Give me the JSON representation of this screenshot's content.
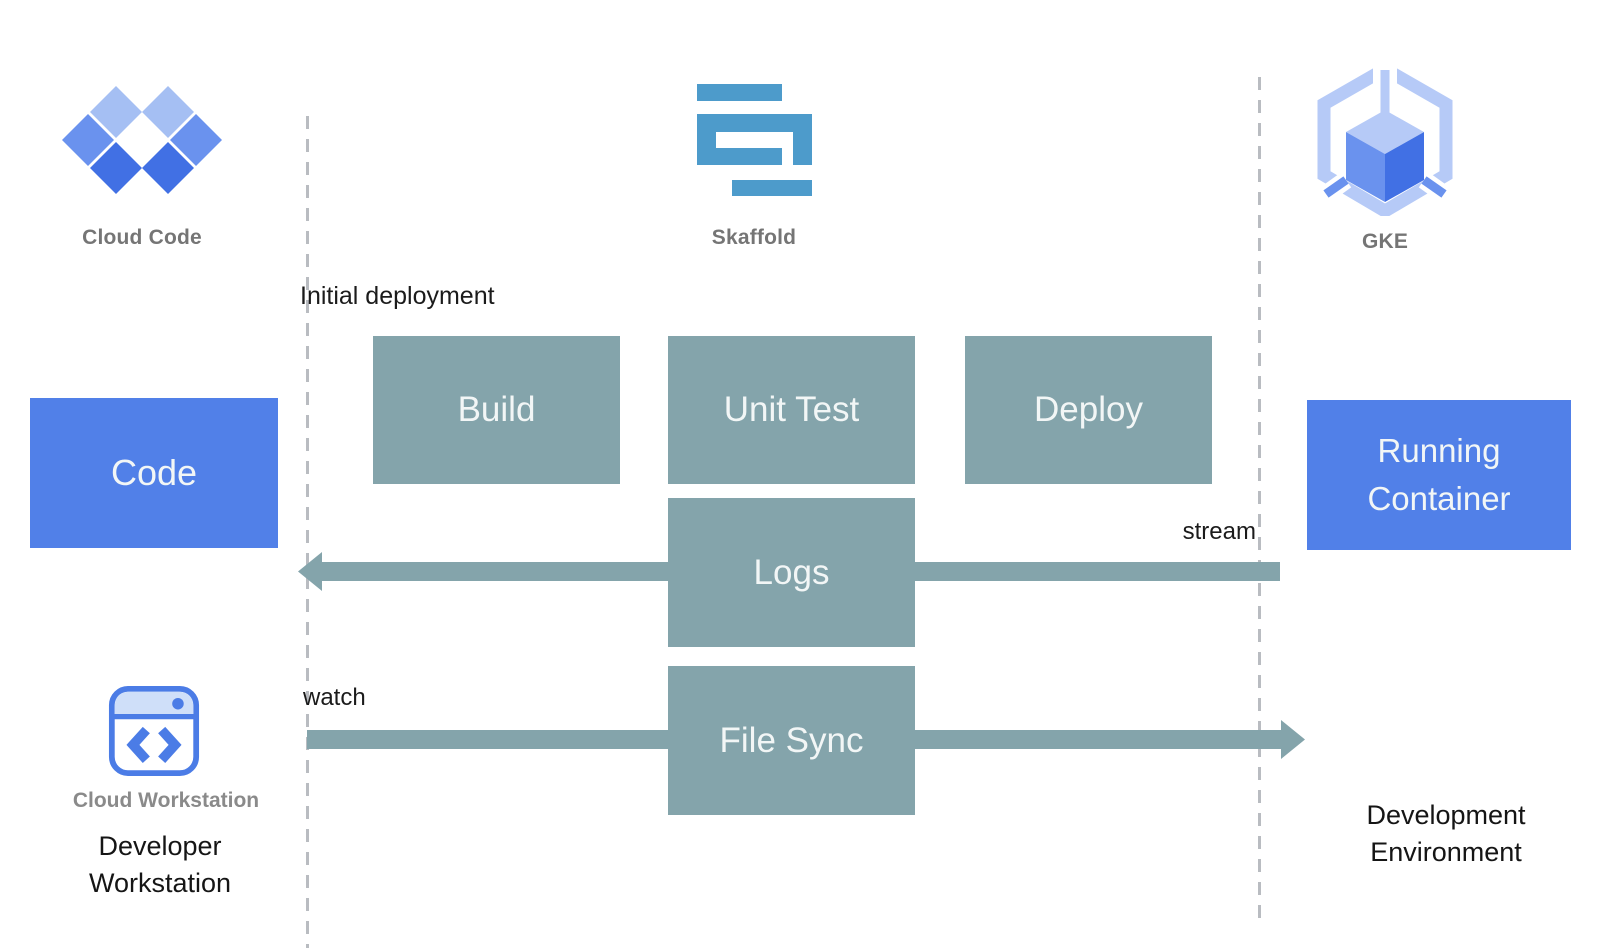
{
  "headers": {
    "cloud_code": "Cloud Code",
    "skaffold": "Skaffold",
    "gke": "GKE"
  },
  "nodes": {
    "code": "Code",
    "build": "Build",
    "unit_test": "Unit Test",
    "deploy": "Deploy",
    "logs": "Logs",
    "file_sync": "File Sync",
    "running_container": "Running Container"
  },
  "annotations": {
    "initial_deployment": "Initial deployment",
    "watch": "watch",
    "stream": "stream"
  },
  "captions": {
    "cloud_workstation": "Cloud Workstation",
    "developer_workstation": "Developer Workstation",
    "development_environment": "Development Environment"
  },
  "icons": {
    "cloud_code": "cloud-code-diamonds-icon",
    "skaffold": "skaffold-s-icon",
    "gke": "gke-hexagon-cube-icon",
    "cloud_workstation": "cloud-workstation-window-icon"
  },
  "colors": {
    "node_blue": "#5180e8",
    "node_teal": "#84a4ab",
    "arrow_teal": "#84a4ab",
    "skaffold_blue": "#4d9bcb",
    "icon_light": "#a5bff3",
    "icon_mid": "#6a92ee",
    "icon_dark": "#4170e4",
    "dash_gray": "#b9bcc1",
    "label_gray": "#757575",
    "box_text": "#f2f6f6",
    "dark_text": "#1b1b1b",
    "workstation_bar": "#cfdff9",
    "workstation_blue": "#4b7ce6",
    "gke_light": "#b6caf7"
  }
}
